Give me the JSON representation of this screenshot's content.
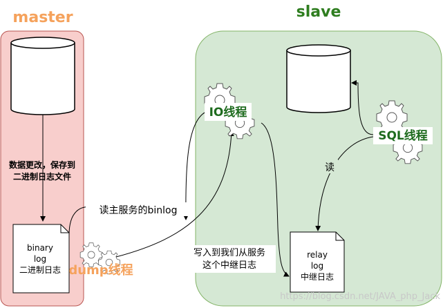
{
  "master": {
    "title": "master",
    "title_color": "#f5a25c",
    "fill": "#f8cecc",
    "stroke": "#b85450"
  },
  "slave": {
    "title": "slave",
    "title_color": "#2e7d1f",
    "fill": "#d5e8d4",
    "stroke": "#82b366"
  },
  "master_db_note": {
    "line1": "数据更改，保存到",
    "line2": "二进制日志文件"
  },
  "binary_log": {
    "line1": "binary",
    "line2": "log",
    "line3": "二进制日志"
  },
  "relay_log": {
    "line1": "relay",
    "line2": "log",
    "line3": "中继日志"
  },
  "threads": {
    "dump": {
      "label": "dump线程",
      "color": "#f5a25c"
    },
    "io": {
      "label": "IO线程",
      "color": "#1e6b1e"
    },
    "sql": {
      "label": "SQL线程",
      "color": "#1e6b1e"
    }
  },
  "edges": {
    "read_binlog": "读主服务的binlog",
    "write_relay": {
      "line1": "写入到我们从服务",
      "line2": "这个中继日志"
    },
    "read": "读"
  },
  "watermark": "https://blog.csdn.net/JAVA_php_Jack"
}
